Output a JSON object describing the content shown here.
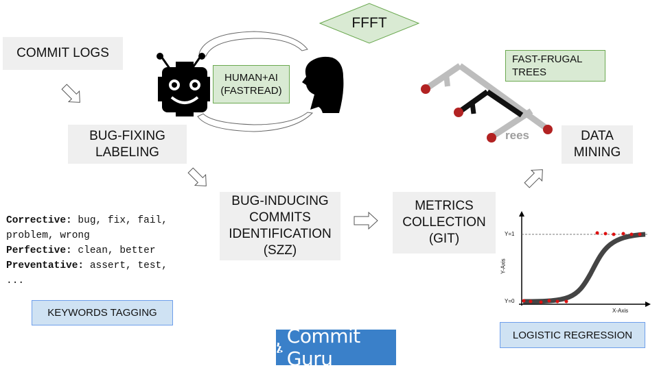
{
  "header": {
    "ffft": "FFFT"
  },
  "boxes": {
    "commit_logs": "COMMIT LOGS",
    "bug_fixing": "BUG-FIXING\nLABELING",
    "human_ai": "HUMAN+AI\n(FASTREAD)",
    "bug_inducing": "BUG-INDUCING\nCOMMITS\nIDENTIFICATION\n(SZZ)",
    "metrics": "METRICS\nCOLLECTION\n(GIT)",
    "fast_frugal": "FAST-FRUGAL\nTREES",
    "data_mining": "DATA\nMINING",
    "keywords_tagging": "KEYWORDS TAGGING",
    "logistic_regression": "LOGISTIC REGRESSION"
  },
  "keywords": {
    "corrective_label": "Corrective:",
    "corrective_words_1": " bug, fix, fail,",
    "corrective_words_2": "problem, wrong",
    "perfective_label": "Perfective:",
    "perfective_words": " clean, better",
    "preventative_label": "Preventative:",
    "preventative_words": " assert, test,",
    "ellipsis": "..."
  },
  "trees_logo": "rees",
  "commit_guru": "Commit Guru",
  "regression_plot": {
    "y_axis": "Y-Axis",
    "x_axis": "X-Axis",
    "y1": "Y=1",
    "y0": "Y=0"
  },
  "colors": {
    "grey_box": "#efefef",
    "green_box": "#d9ead3",
    "blue_box": "#cfe2f3",
    "commit_guru_bg": "#3a80c9",
    "tree_dots": "#b22222"
  }
}
